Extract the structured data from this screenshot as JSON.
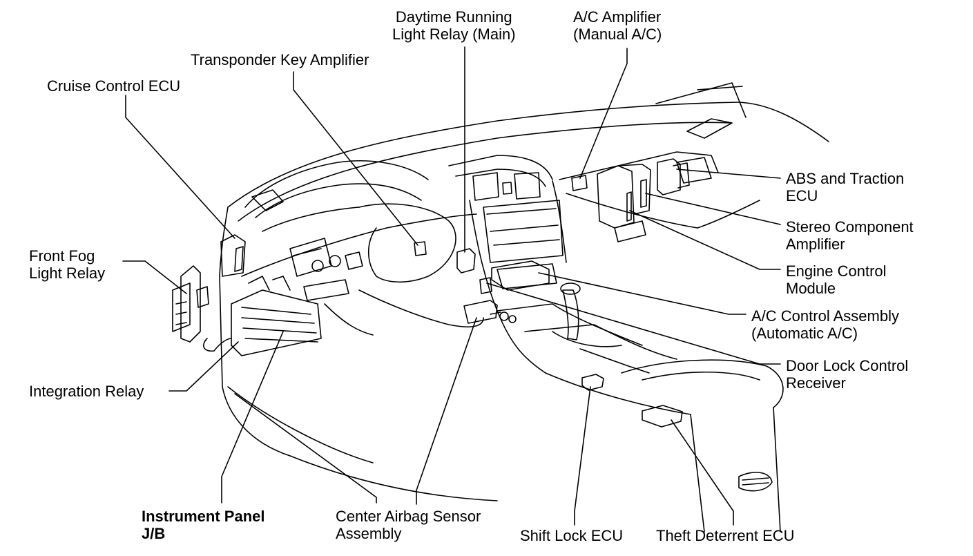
{
  "labels": {
    "cruise_control_ecu": [
      "Cruise Control ECU"
    ],
    "transponder_key_amplifier": [
      "Transponder Key Amplifier"
    ],
    "daytime_running_light_relay": [
      "Daytime Running",
      "Light Relay (Main)"
    ],
    "ac_amplifier_manual": [
      "A/C Amplifier",
      "(Manual A/C)"
    ],
    "abs_traction_ecu": [
      "ABS and Traction",
      "ECU"
    ],
    "stereo_component_amplifier": [
      "Stereo Component",
      "Amplifier"
    ],
    "engine_control_module": [
      "Engine Control",
      "Module"
    ],
    "ac_control_assembly": [
      "A/C Control Assembly",
      "(Automatic A/C)"
    ],
    "door_lock_control_receiver": [
      "Door Lock Control",
      "Receiver"
    ],
    "front_fog_light_relay": [
      "Front Fog",
      "Light Relay"
    ],
    "integration_relay": [
      "Integration Relay"
    ],
    "instrument_panel_jb": [
      "Instrument Panel",
      "J/B"
    ],
    "center_airbag_sensor": [
      "Center Airbag Sensor",
      "Assembly"
    ],
    "shift_lock_ecu": [
      "Shift Lock ECU"
    ],
    "theft_deterrent_ecu": [
      "Theft Deterrent ECU"
    ]
  },
  "colors": {
    "ink": "#000000",
    "paper": "#ffffff"
  }
}
